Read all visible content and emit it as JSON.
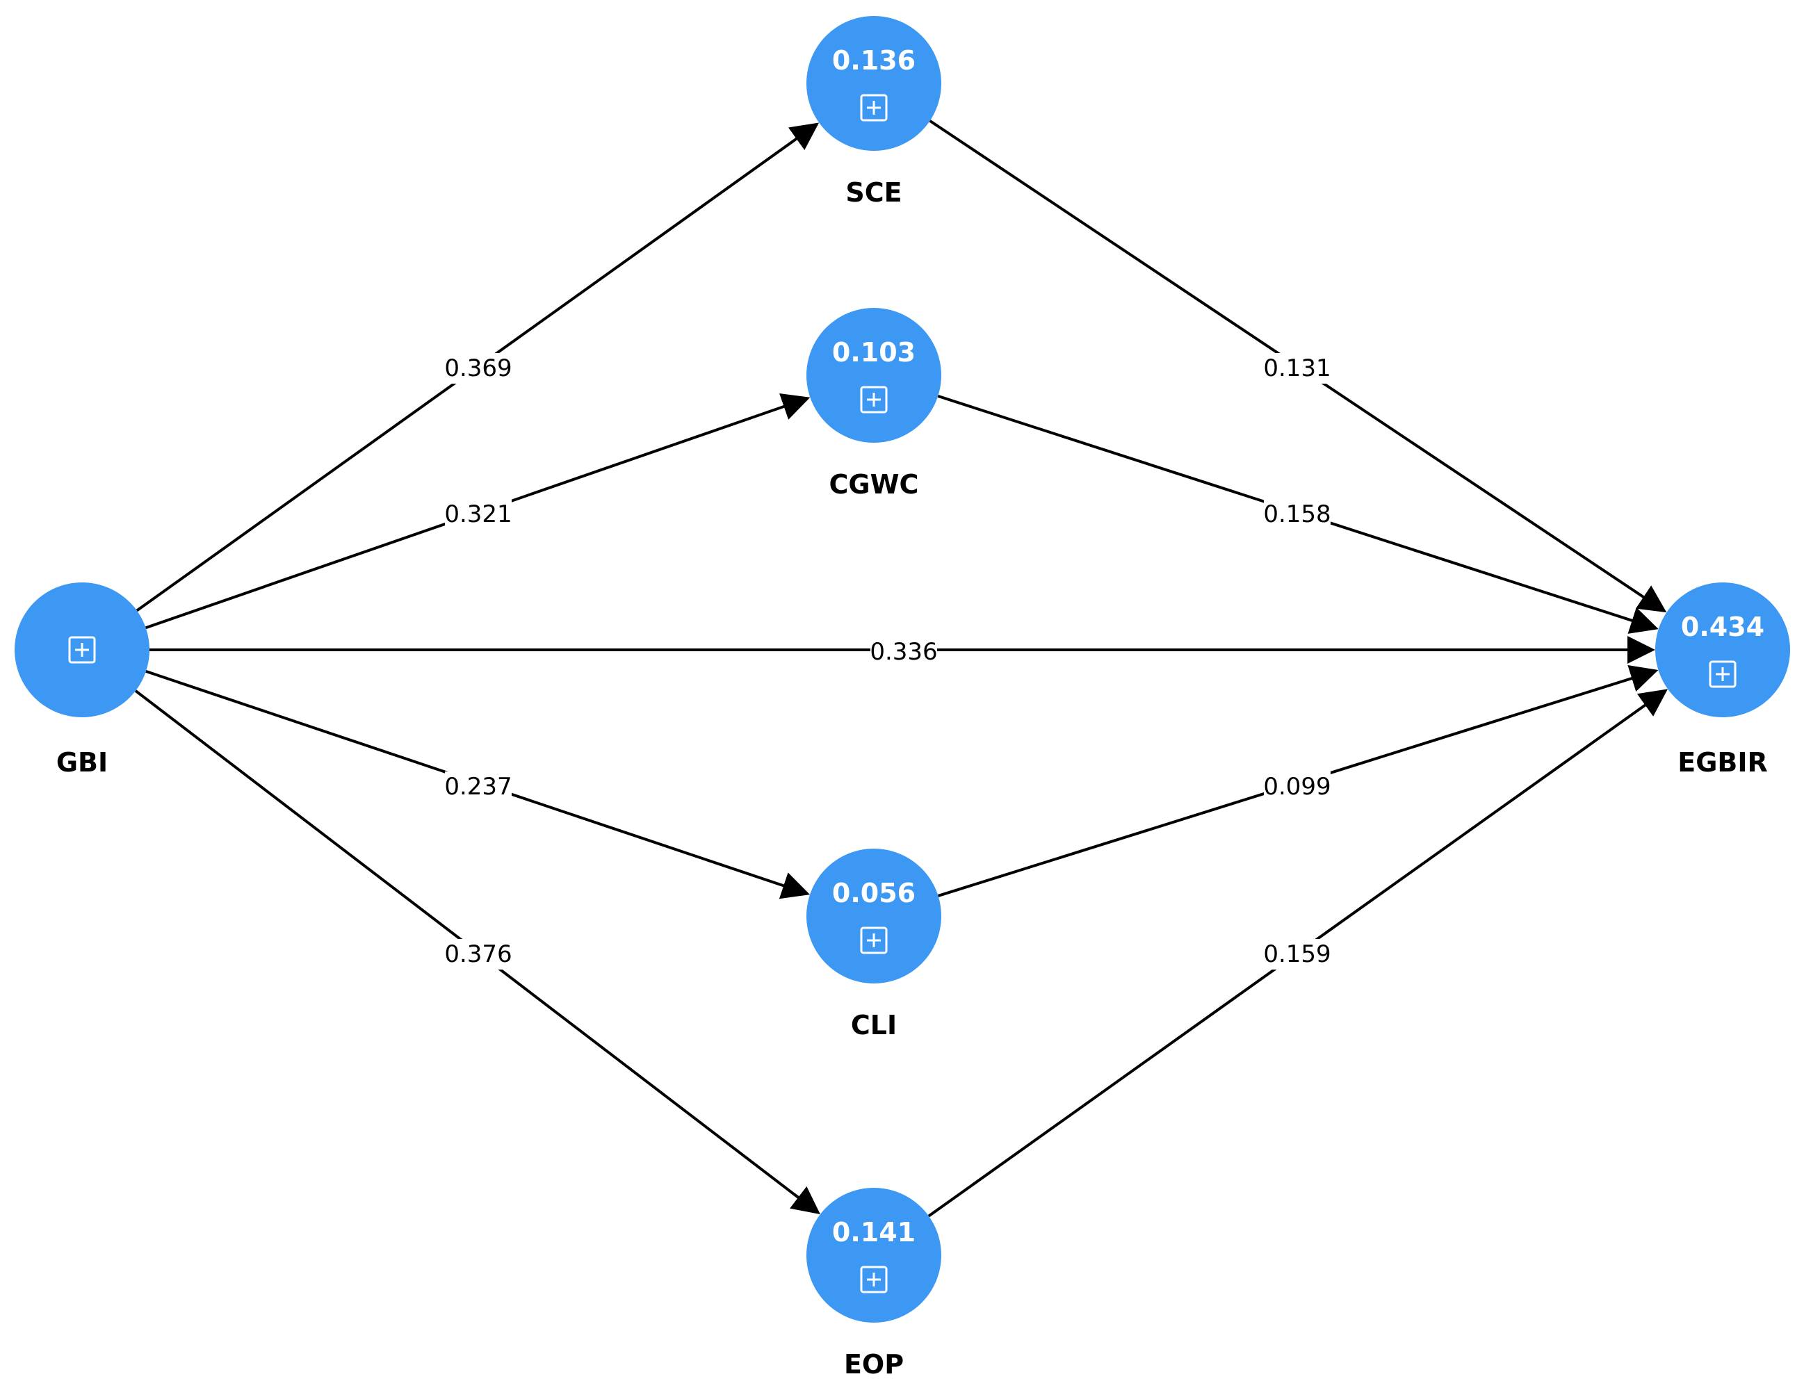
{
  "diagram": {
    "nodes": [
      {
        "id": "GBI",
        "label": "GBI",
        "value": ""
      },
      {
        "id": "SCE",
        "label": "SCE",
        "value": "0.136"
      },
      {
        "id": "CGWC",
        "label": "CGWC",
        "value": "0.103"
      },
      {
        "id": "CLI",
        "label": "CLI",
        "value": "0.056"
      },
      {
        "id": "EOP",
        "label": "EOP",
        "value": "0.141"
      },
      {
        "id": "EGBIR",
        "label": "EGBIR",
        "value": "0.434"
      }
    ],
    "edges": [
      {
        "from": "GBI",
        "to": "SCE",
        "value": "0.369"
      },
      {
        "from": "GBI",
        "to": "CGWC",
        "value": "0.321"
      },
      {
        "from": "GBI",
        "to": "EGBIR",
        "value": "0.336"
      },
      {
        "from": "GBI",
        "to": "CLI",
        "value": "0.237"
      },
      {
        "from": "GBI",
        "to": "EOP",
        "value": "0.376"
      },
      {
        "from": "SCE",
        "to": "EGBIR",
        "value": "0.131"
      },
      {
        "from": "CGWC",
        "to": "EGBIR",
        "value": "0.158"
      },
      {
        "from": "CLI",
        "to": "EGBIR",
        "value": "0.099"
      },
      {
        "from": "EOP",
        "to": "EGBIR",
        "value": "0.159"
      }
    ],
    "colors": {
      "node": "#3d98f4",
      "edge": "#000000"
    },
    "icon": "expand-plus-icon"
  }
}
